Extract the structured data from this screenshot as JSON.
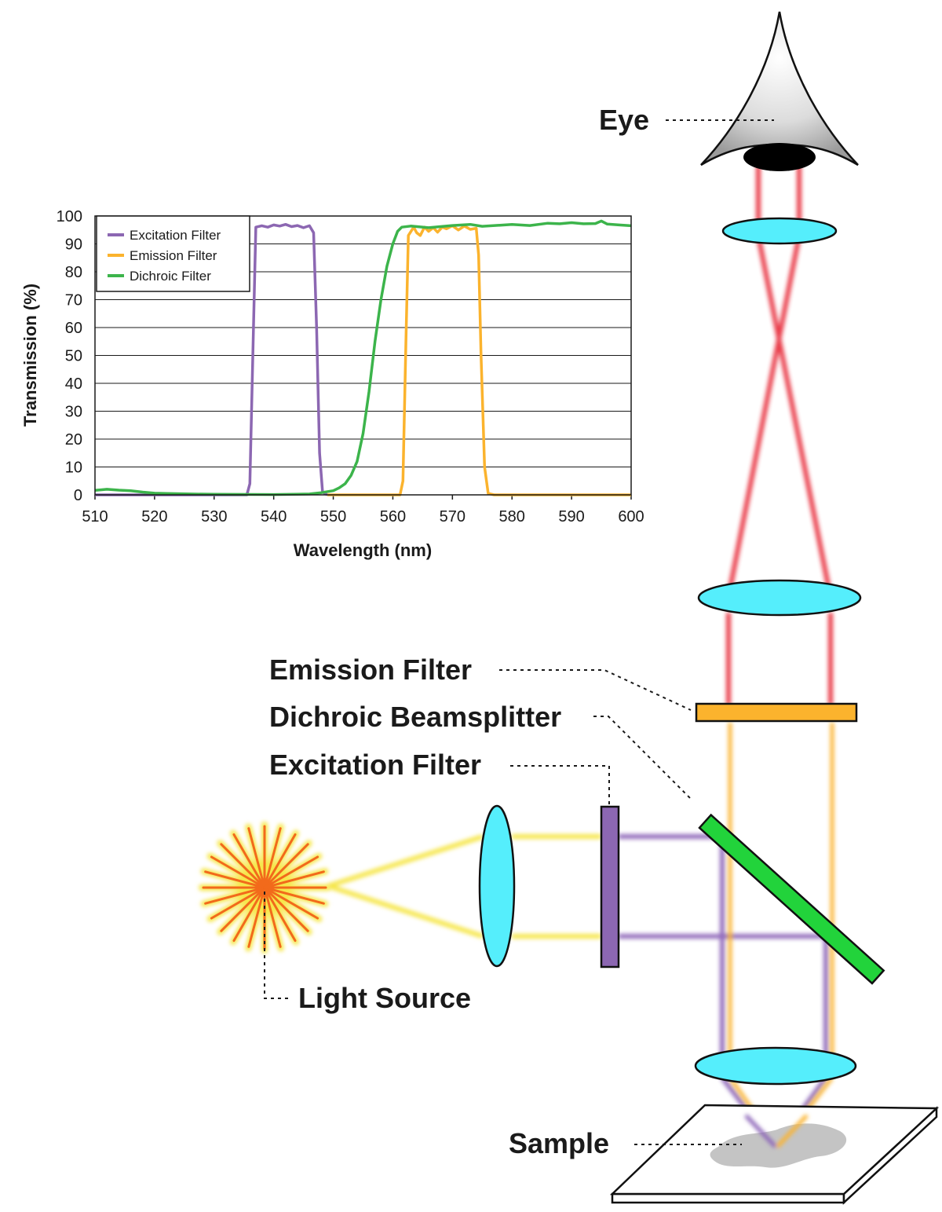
{
  "labels": {
    "eye": "Eye",
    "emission_filter": "Emission Filter",
    "dichroic_beamsplitter": "Dichroic Beamsplitter",
    "excitation_filter": "Excitation Filter",
    "light_source": "Light Source",
    "sample": "Sample"
  },
  "colors": {
    "lens": "#55eefc",
    "red_beam": "#e8333f",
    "yellow_beam": "#f6e64a",
    "violet_beam": "#8b63b8",
    "emission_filter": "#fbb32d",
    "excitation_filter": "#8c67b2",
    "dichroic": "#22d33b",
    "lamp": "#f26a1b"
  },
  "chart_data": {
    "type": "line",
    "xlabel": "Wavelength (nm)",
    "ylabel": "Transmission (%)",
    "xlim": [
      510,
      600
    ],
    "ylim": [
      0,
      100
    ],
    "xticks": [
      "510",
      "520",
      "530",
      "540",
      "550",
      "560",
      "570",
      "580",
      "590",
      "600"
    ],
    "yticks": [
      "0",
      "10",
      "20",
      "30",
      "40",
      "50",
      "60",
      "70",
      "80",
      "90",
      "100"
    ],
    "grid": "horizontal",
    "legend_position": "top-left",
    "series": [
      {
        "name": "Excitation Filter",
        "color": "#8c67b2",
        "points": [
          [
            510,
            0
          ],
          [
            535.5,
            0
          ],
          [
            536,
            4
          ],
          [
            536.6,
            60
          ],
          [
            537,
            96
          ],
          [
            538,
            96.5
          ],
          [
            539,
            96
          ],
          [
            540,
            96.8
          ],
          [
            541,
            96.4
          ],
          [
            542,
            97
          ],
          [
            543,
            96.2
          ],
          [
            544,
            96.6
          ],
          [
            545,
            95.8
          ],
          [
            546,
            96.5
          ],
          [
            546.7,
            94
          ],
          [
            547.2,
            60
          ],
          [
            547.7,
            15
          ],
          [
            548.2,
            1
          ],
          [
            549,
            0
          ]
        ]
      },
      {
        "name": "Emission Filter",
        "color": "#fbb32d",
        "points": [
          [
            549,
            0
          ],
          [
            561.2,
            0
          ],
          [
            561.7,
            5
          ],
          [
            562.2,
            55
          ],
          [
            562.6,
            93
          ],
          [
            563.5,
            96
          ],
          [
            564,
            94
          ],
          [
            564.6,
            93
          ],
          [
            565.3,
            96
          ],
          [
            566,
            94.5
          ],
          [
            566.8,
            95.8
          ],
          [
            567.5,
            94.2
          ],
          [
            568.3,
            96
          ],
          [
            569,
            95.4
          ],
          [
            570,
            96.5
          ],
          [
            571,
            95
          ],
          [
            572,
            96.4
          ],
          [
            573,
            95.2
          ],
          [
            574,
            95.6
          ],
          [
            574.4,
            86
          ],
          [
            574.8,
            50
          ],
          [
            575.4,
            10
          ],
          [
            576,
            0.5
          ],
          [
            577,
            0
          ],
          [
            600,
            0
          ]
        ]
      },
      {
        "name": "Dichroic Filter",
        "color": "#3cb44b",
        "points": [
          [
            510,
            1.6
          ],
          [
            512,
            2
          ],
          [
            514,
            1.7
          ],
          [
            516,
            1.5
          ],
          [
            518,
            1
          ],
          [
            520,
            0.6
          ],
          [
            522,
            0.5
          ],
          [
            526,
            0.3
          ],
          [
            530,
            0.2
          ],
          [
            540,
            0.1
          ],
          [
            546,
            0.3
          ],
          [
            548,
            0.8
          ],
          [
            550,
            1.5
          ],
          [
            551,
            2.5
          ],
          [
            552,
            4
          ],
          [
            553,
            7
          ],
          [
            554,
            12
          ],
          [
            555,
            22
          ],
          [
            556,
            37
          ],
          [
            557,
            55
          ],
          [
            558,
            70
          ],
          [
            559,
            82
          ],
          [
            560,
            90
          ],
          [
            560.8,
            94.5
          ],
          [
            561.5,
            96
          ],
          [
            563,
            96.4
          ],
          [
            566,
            95.8
          ],
          [
            570,
            96.6
          ],
          [
            573,
            97
          ],
          [
            575,
            96.3
          ],
          [
            578,
            96.7
          ],
          [
            580,
            97
          ],
          [
            583,
            96.6
          ],
          [
            586,
            97.4
          ],
          [
            588,
            97.2
          ],
          [
            590,
            97.6
          ],
          [
            592,
            97.2
          ],
          [
            594,
            97.3
          ],
          [
            595,
            98.2
          ],
          [
            596,
            97.1
          ],
          [
            598,
            96.8
          ],
          [
            600,
            96.5
          ]
        ]
      }
    ]
  }
}
